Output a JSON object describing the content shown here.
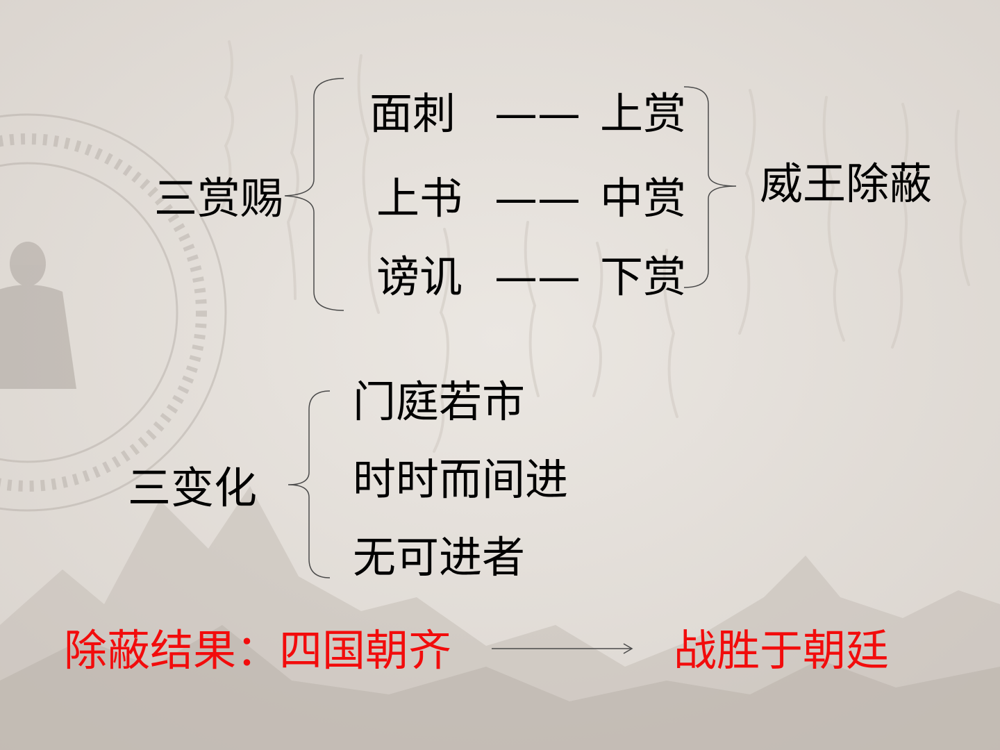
{
  "colors": {
    "text": "#000000",
    "accent": "#f20c0c",
    "background": "#e6e1dc"
  },
  "rewards": {
    "label": "三赏赐",
    "rows": [
      {
        "action": "面刺",
        "dash": "——",
        "reward": "上赏"
      },
      {
        "action": "上书",
        "dash": "——",
        "reward": "中赏"
      },
      {
        "action": "谤讥",
        "dash": "——",
        "reward": "下赏"
      }
    ],
    "conclusion": "威王除蔽"
  },
  "changes": {
    "label": "三变化",
    "items": [
      "门庭若市",
      "时时而间进",
      "无可进者"
    ]
  },
  "result": {
    "left": "除蔽结果：四国朝齐",
    "right": "战胜于朝廷"
  }
}
